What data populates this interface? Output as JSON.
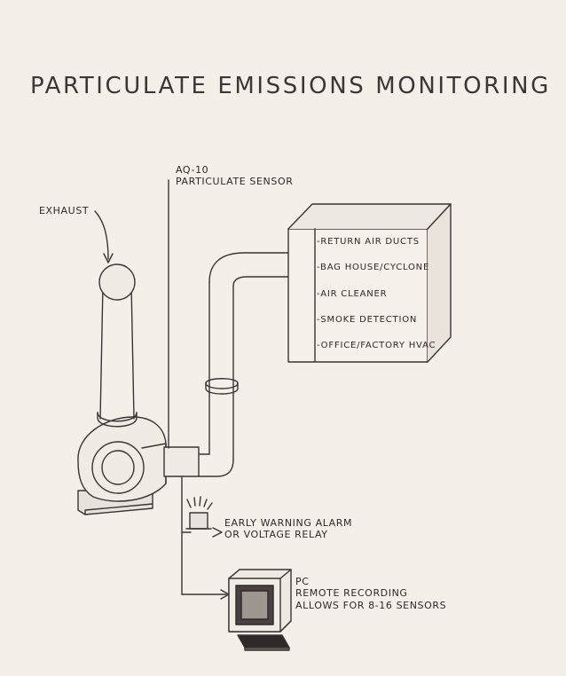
{
  "title": "PARTICULATE EMISSIONS MONITORING",
  "labels": {
    "exhaust": "EXHAUST",
    "sensor_model": "AQ-10",
    "sensor_name": "PARTICULATE SENSOR",
    "alarm_line1": "EARLY WARNING ALARM",
    "alarm_line2": "OR VOLTAGE RELAY",
    "pc_line1": "PC",
    "pc_line2": "REMOTE RECORDING",
    "pc_line3": "ALLOWS FOR 8-16 SENSORS"
  },
  "applications": [
    "-RETURN AIR DUCTS",
    "-BAG HOUSE/CYCLONE",
    "-AIR CLEANER",
    "-SMOKE DETECTION",
    "-OFFICE/FACTORY HVAC"
  ],
  "colors": {
    "ink": "#3a3434",
    "paper": "#f4efe9"
  }
}
